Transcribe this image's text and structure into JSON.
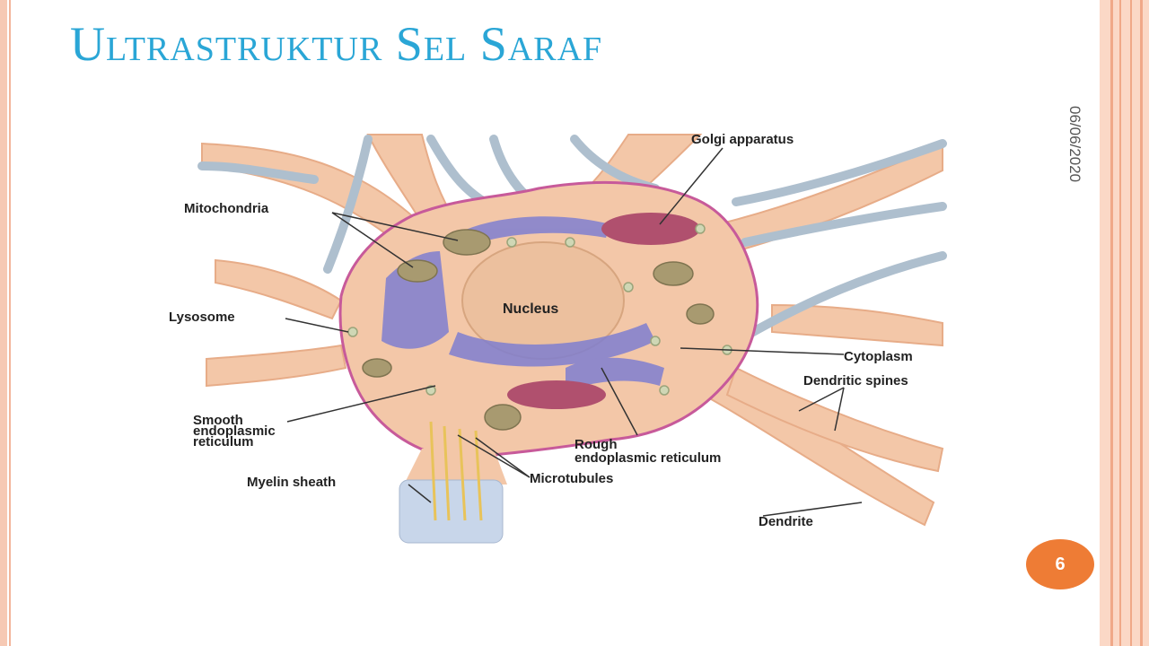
{
  "slide": {
    "title": "Ultrastruktur Sel Saraf",
    "date": "06/06/2020",
    "page_number": "6"
  },
  "figure": {
    "labels": {
      "golgi": "Golgi apparatus",
      "mitochondria": "Mitochondria",
      "lysosome": "Lysosome",
      "nucleus": "Nucleus",
      "cytoplasm": "Cytoplasm",
      "dendritic_spines": "Dendritic spines",
      "smooth_er_1": "Smooth",
      "smooth_er_2": "endoplasmic",
      "smooth_er_3": "reticulum",
      "rough_er_1": "Rough",
      "rough_er_2": "endoplasmic reticulum",
      "microtubules": "Microtubules",
      "myelin": "Myelin sheath",
      "dendrite": "Dendrite"
    },
    "colors": {
      "cell": "#f3c7a8",
      "membrane": "#c75a9a",
      "nucleus": "#ecc09e",
      "rough_er": "#7f7fd0",
      "golgi": "#b0506e",
      "mitochondria": "#a89a70",
      "axon_fibers": "#aebfce"
    }
  }
}
